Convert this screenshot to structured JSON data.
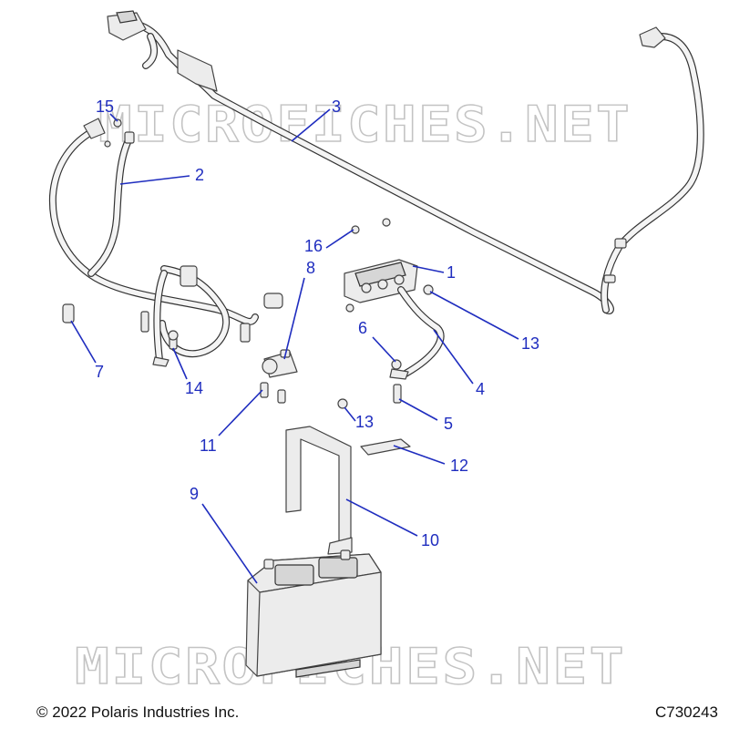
{
  "watermark": "MICROFICHES.NET",
  "footer": {
    "copyright": "© 2022 Polaris Industries Inc.",
    "diagram_id": "C730243"
  },
  "callouts": [
    "15",
    "2",
    "3",
    "16",
    "8",
    "1",
    "6",
    "13",
    "4",
    "7",
    "14",
    "11",
    "13",
    "5",
    "12",
    "9",
    "10"
  ],
  "colors": {
    "callout": "#1f2dbf",
    "line_art": "#333333",
    "watermark": "#bdbdbd"
  }
}
